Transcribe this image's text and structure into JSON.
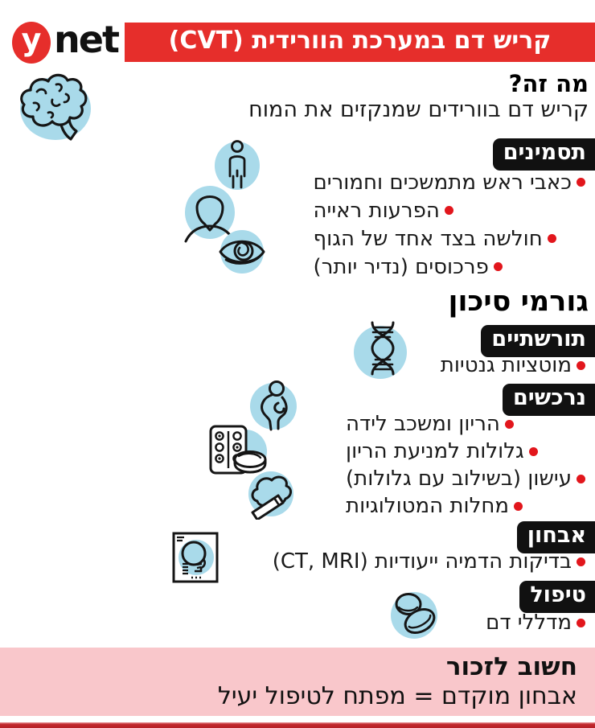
{
  "colors": {
    "brand_red": "#e62e2b",
    "icon_blue": "#a9daea",
    "tag_black": "#111111",
    "bullet_red": "#e2161c",
    "footer_pink": "#f9c7cb"
  },
  "logo": {
    "y_label": "y",
    "net_label": "net"
  },
  "banner": {
    "title": "קריש דם במערכת הוורידית (CVT)"
  },
  "what": {
    "heading": "מה זה?",
    "body": "קריש דם בוורידים שמנקזים את המוח"
  },
  "symptoms": {
    "label": "תסמינים",
    "items": [
      "כאבי ראש מתמשכים וחמורים",
      "הפרעות ראייה",
      "חולשה בצד אחד של הגוף",
      "פרכוסים (נדיר יותר)"
    ]
  },
  "risk": {
    "heading": "גורמי סיכון",
    "hereditary": {
      "label": "תורשתיים",
      "items": [
        "מוטציות גנטיות"
      ]
    },
    "acquired": {
      "label": "נרכשים",
      "items": [
        "הריון ומשכב לידה",
        "גלולות למניעת הריון",
        "עישון (בשילוב עם גלולות)",
        "מחלות המטולוגיות"
      ]
    }
  },
  "diagnosis": {
    "label": "אבחון",
    "items": [
      "בדיקות הדמיה ייעודיות (CT, MRI)"
    ]
  },
  "treatment": {
    "label": "טיפול",
    "items": [
      "מדללי דם"
    ]
  },
  "footer": {
    "heading": "חשוב לזכור",
    "body": "אבחון מוקדם = מפתח לטיפול יעיל"
  },
  "icons": {
    "logo": "ynet-logo",
    "what": "brain-icon",
    "symptoms": [
      "person-icon",
      "head-icon",
      "eye-icon"
    ],
    "hereditary": [
      "dna-icon"
    ],
    "acquired": [
      "pregnant-woman-icon",
      "pill-blister-icon",
      "smoking-icon"
    ],
    "diagnosis": [
      "skull-xray-icon"
    ],
    "treatment": [
      "pills-icon"
    ]
  }
}
